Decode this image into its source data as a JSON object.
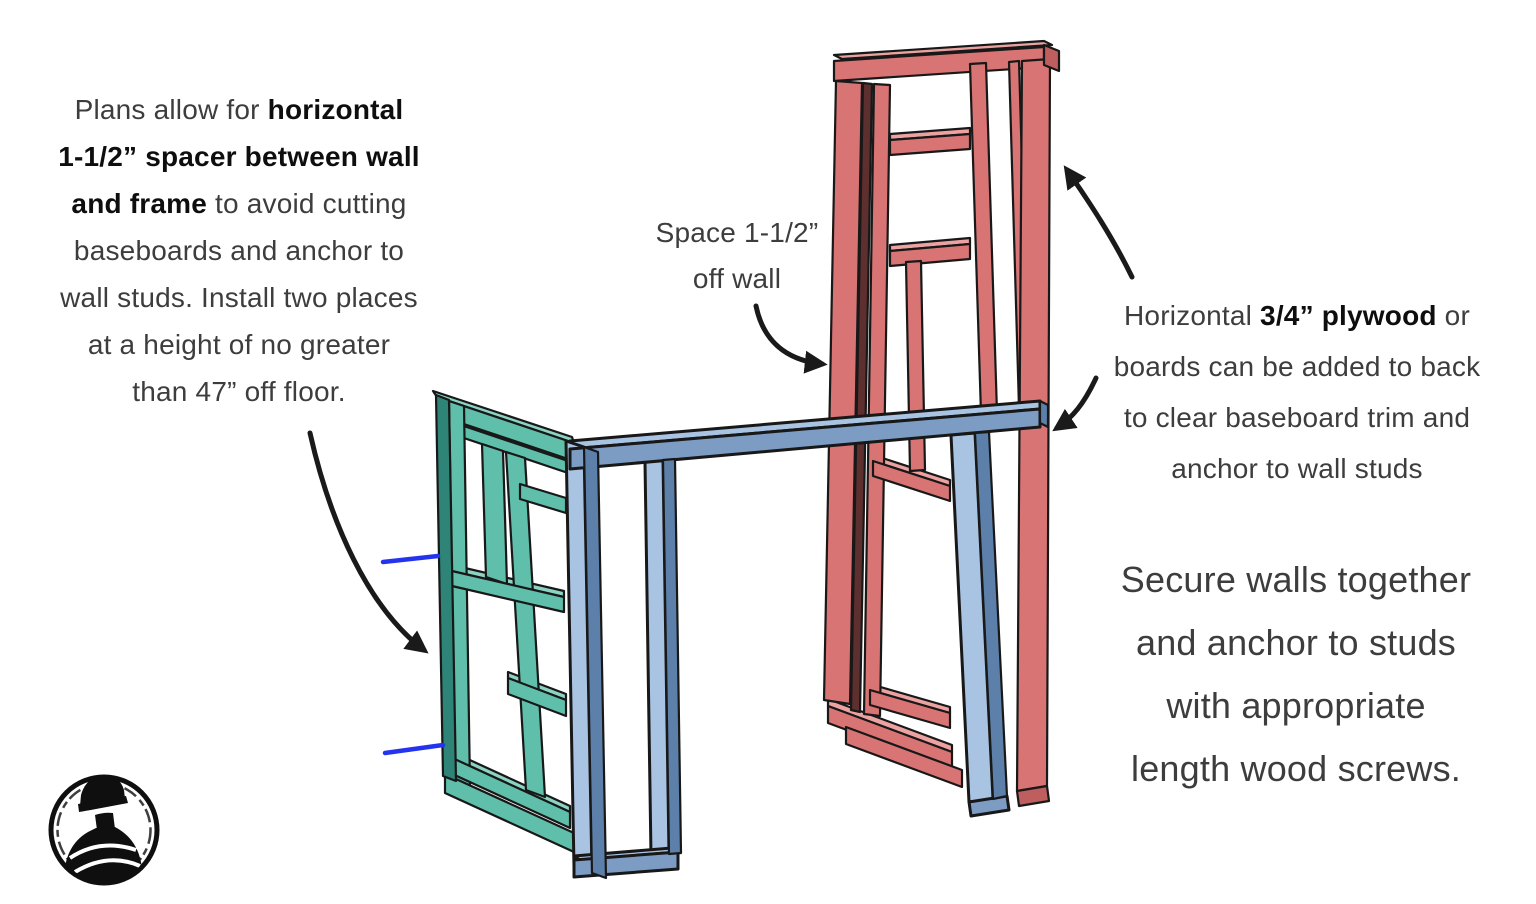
{
  "annotations": {
    "left_note": {
      "lines": [
        {
          "pre": "Plans allow for ",
          "bold": "horizontal"
        },
        {
          "bold": "1-1/2” spacer between wall"
        },
        {
          "bold": "and frame",
          "post": " to avoid cutting"
        },
        {
          "pre": "baseboards and anchor to"
        },
        {
          "pre": "wall studs. Install two places"
        },
        {
          "pre": "at a height of no greater"
        },
        {
          "pre": "than 47” off floor."
        }
      ]
    },
    "space_label": {
      "lines": [
        {
          "pre": "Space 1-1/2”"
        },
        {
          "pre": "off wall"
        }
      ]
    },
    "right_note": {
      "lines": [
        {
          "pre": "Horizontal ",
          "bold": "3/4” plywood",
          "post": " or"
        },
        {
          "pre": "boards can be added to back"
        },
        {
          "pre": "to clear baseboard trim and"
        },
        {
          "pre": "anchor to wall studs"
        }
      ]
    },
    "secure_note": {
      "lines": [
        {
          "pre": "Secure walls together"
        },
        {
          "pre": "and anchor to studs"
        },
        {
          "pre": "with appropriate"
        },
        {
          "pre": "length wood screws."
        }
      ]
    }
  },
  "diagram": {
    "parts": [
      {
        "name": "left-wall-frame",
        "color": "teal"
      },
      {
        "name": "right-wall-frame",
        "color": "red"
      },
      {
        "name": "spacer-frame",
        "color": "blue"
      },
      {
        "name": "anchor-spacer-lines",
        "color": "blue-line"
      }
    ],
    "colors": {
      "teal_top": "#8bd4c3",
      "teal_front": "#5fbfab",
      "teal_dark": "#2e8577",
      "red_top": "#eda2a2",
      "red_front": "#d87474",
      "red_side": "#bf5e5e",
      "red_gap": "#5d2f2f",
      "blue_light": "#a9c4e2",
      "blue_front": "#7d9cc4",
      "blue_dark": "#5d80aa",
      "anchor_line": "#2433ee",
      "arrow": "#1a1a1a",
      "outline": "#181818"
    }
  },
  "logo": {
    "name": "builder-logo"
  }
}
